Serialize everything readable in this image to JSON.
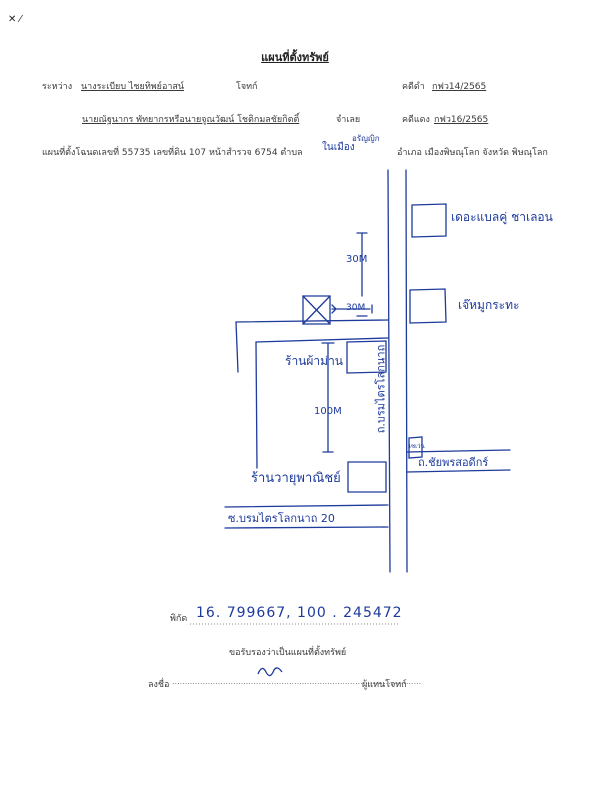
{
  "title": "แผนที่ตั้งทรัพย์",
  "header": {
    "between_label": "ระหว่าง",
    "plaintiff_name": "นางระเบียบ  ไชยทิพย์อาสน์",
    "plaintiff_role": "โจทก์",
    "black_case_label": "คดีดำ",
    "black_case_no": "กฟว14/2565",
    "defendant_name": "นายณัฐนากร พัทยากรหรือนายจูณวัฒน์ โชติกมลชัยกิตติ์",
    "defendant_role": "จำเลย",
    "red_case_label": "คดีแดง",
    "red_case_no": "กฟว16/2565",
    "location_line_start": "แผนที่ตั้งโฉนดเลขที่ 55735  เลขที่ดิน  107  หน้าสำรวจ 6754  ตำบล",
    "location_district": "อำเภอ เมืองพิษณุโลก  จังหวัด พิษณุโลก",
    "subdistrict_handwritten": "ในเมือง",
    "subdistrict_correction": "อรัญญิก"
  },
  "map": {
    "label_road_main": "ถ.บรมไตรโลกนาถ",
    "label_road_side": "ถ.ชัยพรสอดีกร์",
    "label_soi": "ซ.บรมไตรโลกนาถ 20",
    "label_shop_top": "เดอะแบลคู่ ชาเลอน",
    "label_shop_mid": "เจ๊หมูกระทะ",
    "label_shop_pearl": "ร้านผ้าม่าน",
    "label_shop_pharmacy": "ร้านวายุพาณิชย์",
    "label_box_small": "เซเว่น",
    "dist_30_vertical": "30M",
    "dist_30_horizontal": "30M",
    "dist_100": "100M"
  },
  "coords": {
    "label": "พิกัด",
    "value": "16. 799667, 100 . 245472"
  },
  "certify_text": "ขอรับรองว่าเป็นแผนที่ตั้งทรัพย์",
  "signature": {
    "sign_label": "ลงชื่อ",
    "dots": "..................................................................................................",
    "role": "ผู้แทนโจทก์"
  },
  "colors": {
    "ink_blue": "#1d3a9c",
    "print_gray": "#3a3a3a"
  }
}
